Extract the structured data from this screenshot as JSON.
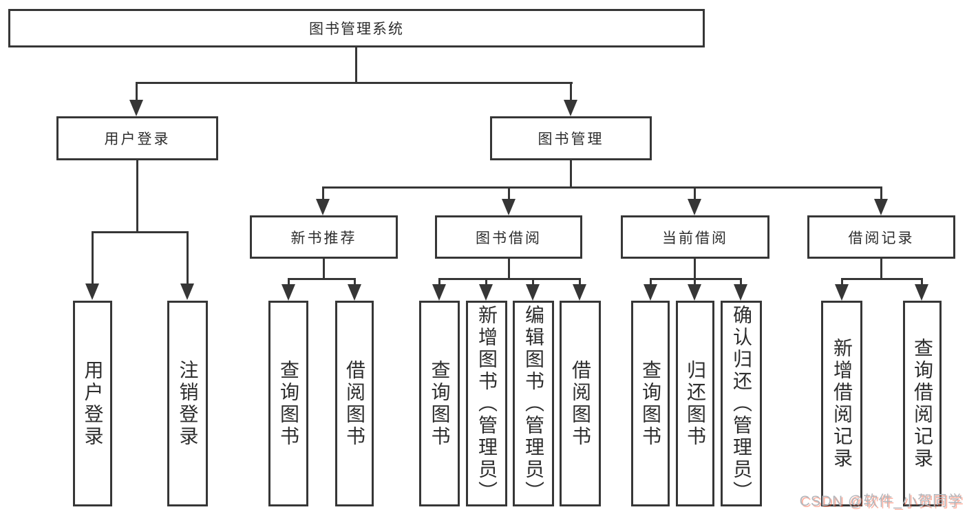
{
  "colors": {
    "line": "#363636",
    "wm": "#b3b6bb",
    "wmAccent": "rgba(252,85,49,0.45)"
  },
  "watermark": {
    "text": "CSDN @软件_小贺同学"
  },
  "tree": {
    "label": "图书管理系统",
    "children": [
      {
        "label": "用户登录",
        "children": [
          {
            "label": "用户登录"
          },
          {
            "label": "注销登录"
          }
        ]
      },
      {
        "label": "图书管理",
        "children": [
          {
            "label": "新书推荐",
            "children": [
              {
                "label": "查询图书"
              },
              {
                "label": "借阅图书"
              }
            ]
          },
          {
            "label": "图书借阅",
            "children": [
              {
                "label": "查询图书"
              },
              {
                "label": "新增图书（管理员）"
              },
              {
                "label": "编辑图书（管理员）"
              },
              {
                "label": "借阅图书"
              }
            ]
          },
          {
            "label": "当前借阅",
            "children": [
              {
                "label": "查询图书"
              },
              {
                "label": "归还图书"
              },
              {
                "label": "确认归还（管理员）"
              }
            ]
          },
          {
            "label": "借阅记录",
            "children": [
              {
                "label": "新增借阅记录"
              },
              {
                "label": "查询借阅记录"
              }
            ]
          }
        ]
      }
    ]
  }
}
